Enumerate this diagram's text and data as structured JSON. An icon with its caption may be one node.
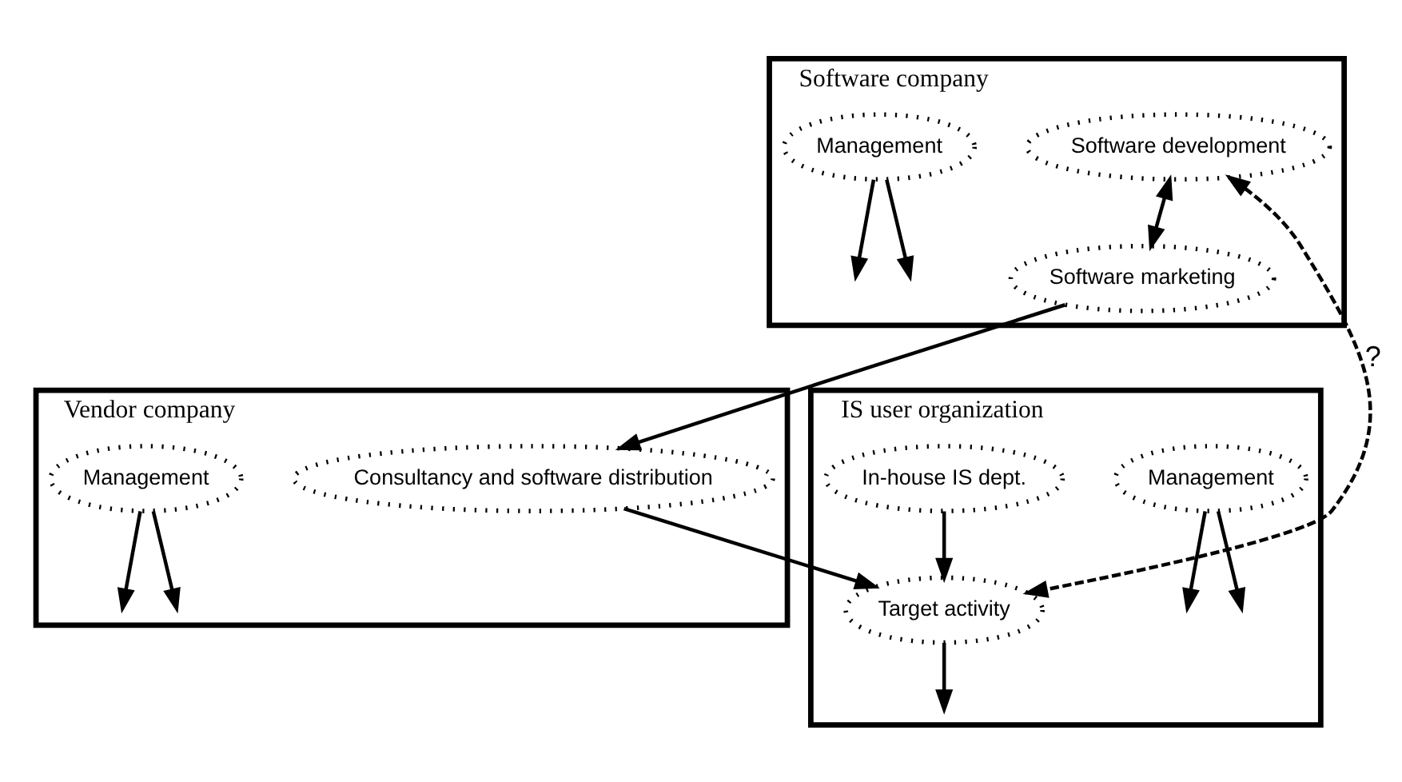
{
  "diagram": {
    "nodes": [
      {
        "text": [
          "Software company"
        ]
      },
      {
        "text": [
          "Management"
        ],
        "in": 0
      },
      {
        "text": [
          "Software marketing"
        ],
        "in": 0
      },
      {
        "text": [
          "Software development"
        ],
        "in": 0
      },
      {
        "text": [
          "Vendor company"
        ]
      },
      {
        "text": [
          "Management"
        ],
        "in": 4
      },
      {
        "text": [
          "Consultancy and software distribution"
        ],
        "in": 4
      },
      {
        "text": [
          "IS user organization"
        ]
      },
      {
        "text": [
          "Management"
        ],
        "in": 7
      },
      {
        "text": [
          "In-house IS dept."
        ],
        "in": 7
      },
      {
        "text": [
          "Target activity"
        ],
        "in": 7
      }
    ],
    "edges": [
      {
        "from": 1,
        "to": null,
        "arrow": "to"
      },
      {
        "from": 1,
        "to": null,
        "arrow": "to"
      },
      {
        "from": 5,
        "to": null,
        "arrow": "to"
      },
      {
        "from": 5,
        "to": null,
        "arrow": "to"
      },
      {
        "from": 8,
        "to": null,
        "arrow": "to"
      },
      {
        "from": 8,
        "to": null,
        "arrow": "to"
      },
      {
        "from": 3,
        "to": 2,
        "arrow": "both"
      },
      {
        "from": 2,
        "to": 6,
        "arrow": "to"
      },
      {
        "from": 6,
        "to": 10,
        "arrow": "to"
      },
      {
        "from": 9,
        "to": 10,
        "arrow": "to"
      },
      {
        "from": 3,
        "to": 10,
        "arrow": "both",
        "style": "dashed",
        "label": "?"
      },
      {
        "from": 10,
        "to": null,
        "arrow": "to"
      }
    ]
  }
}
